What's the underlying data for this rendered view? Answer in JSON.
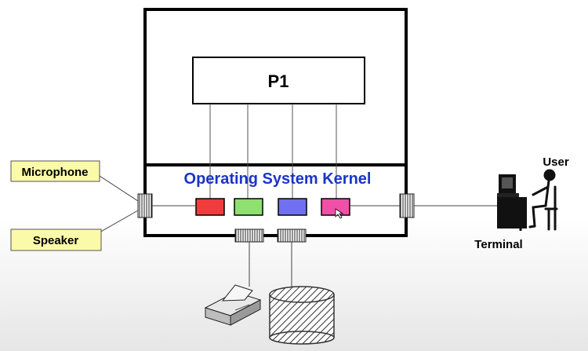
{
  "process": {
    "label": "P1"
  },
  "kernel": {
    "label": "Operating System Kernel"
  },
  "devices": {
    "microphone": "Microphone",
    "speaker": "Speaker",
    "terminal": "Terminal",
    "user": "User"
  },
  "colors": {
    "kernel_text": "#1a35c8",
    "buffer_red": "#f03c3c",
    "buffer_green": "#8ee070",
    "buffer_blue": "#7070f0",
    "buffer_pink": "#f050a8",
    "label_box": "#fafaa8"
  }
}
